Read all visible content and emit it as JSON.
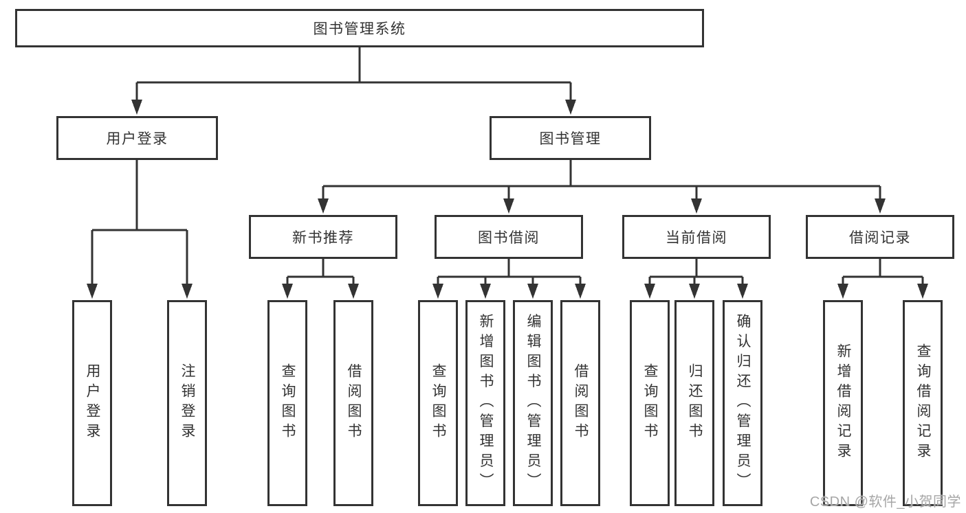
{
  "diagram": {
    "colors": {
      "line": "#333333",
      "box_border": "#333333",
      "box_background": "#ffffff",
      "text": "#333333",
      "watermark_text": "#a6a6a6"
    },
    "tree": {
      "root": "图书管理系统",
      "branches": [
        {
          "label": "用户登录",
          "children": [
            "用户登录",
            "注销登录"
          ]
        },
        {
          "label": "图书管理",
          "sections": [
            {
              "label": "新书推荐",
              "children": [
                "查询图书",
                "借阅图书"
              ]
            },
            {
              "label": "图书借阅",
              "children": [
                "查询图书",
                "新增图书（管理员）",
                "编辑图书（管理员）",
                "借阅图书"
              ]
            },
            {
              "label": "当前借阅",
              "children": [
                "查询图书",
                "归还图书",
                "确认归还（管理员）"
              ]
            },
            {
              "label": "借阅记录",
              "children": [
                "新增借阅记录",
                "查询借阅记录"
              ]
            }
          ]
        }
      ]
    },
    "watermark": "CSDN @软件_小贺同学"
  }
}
